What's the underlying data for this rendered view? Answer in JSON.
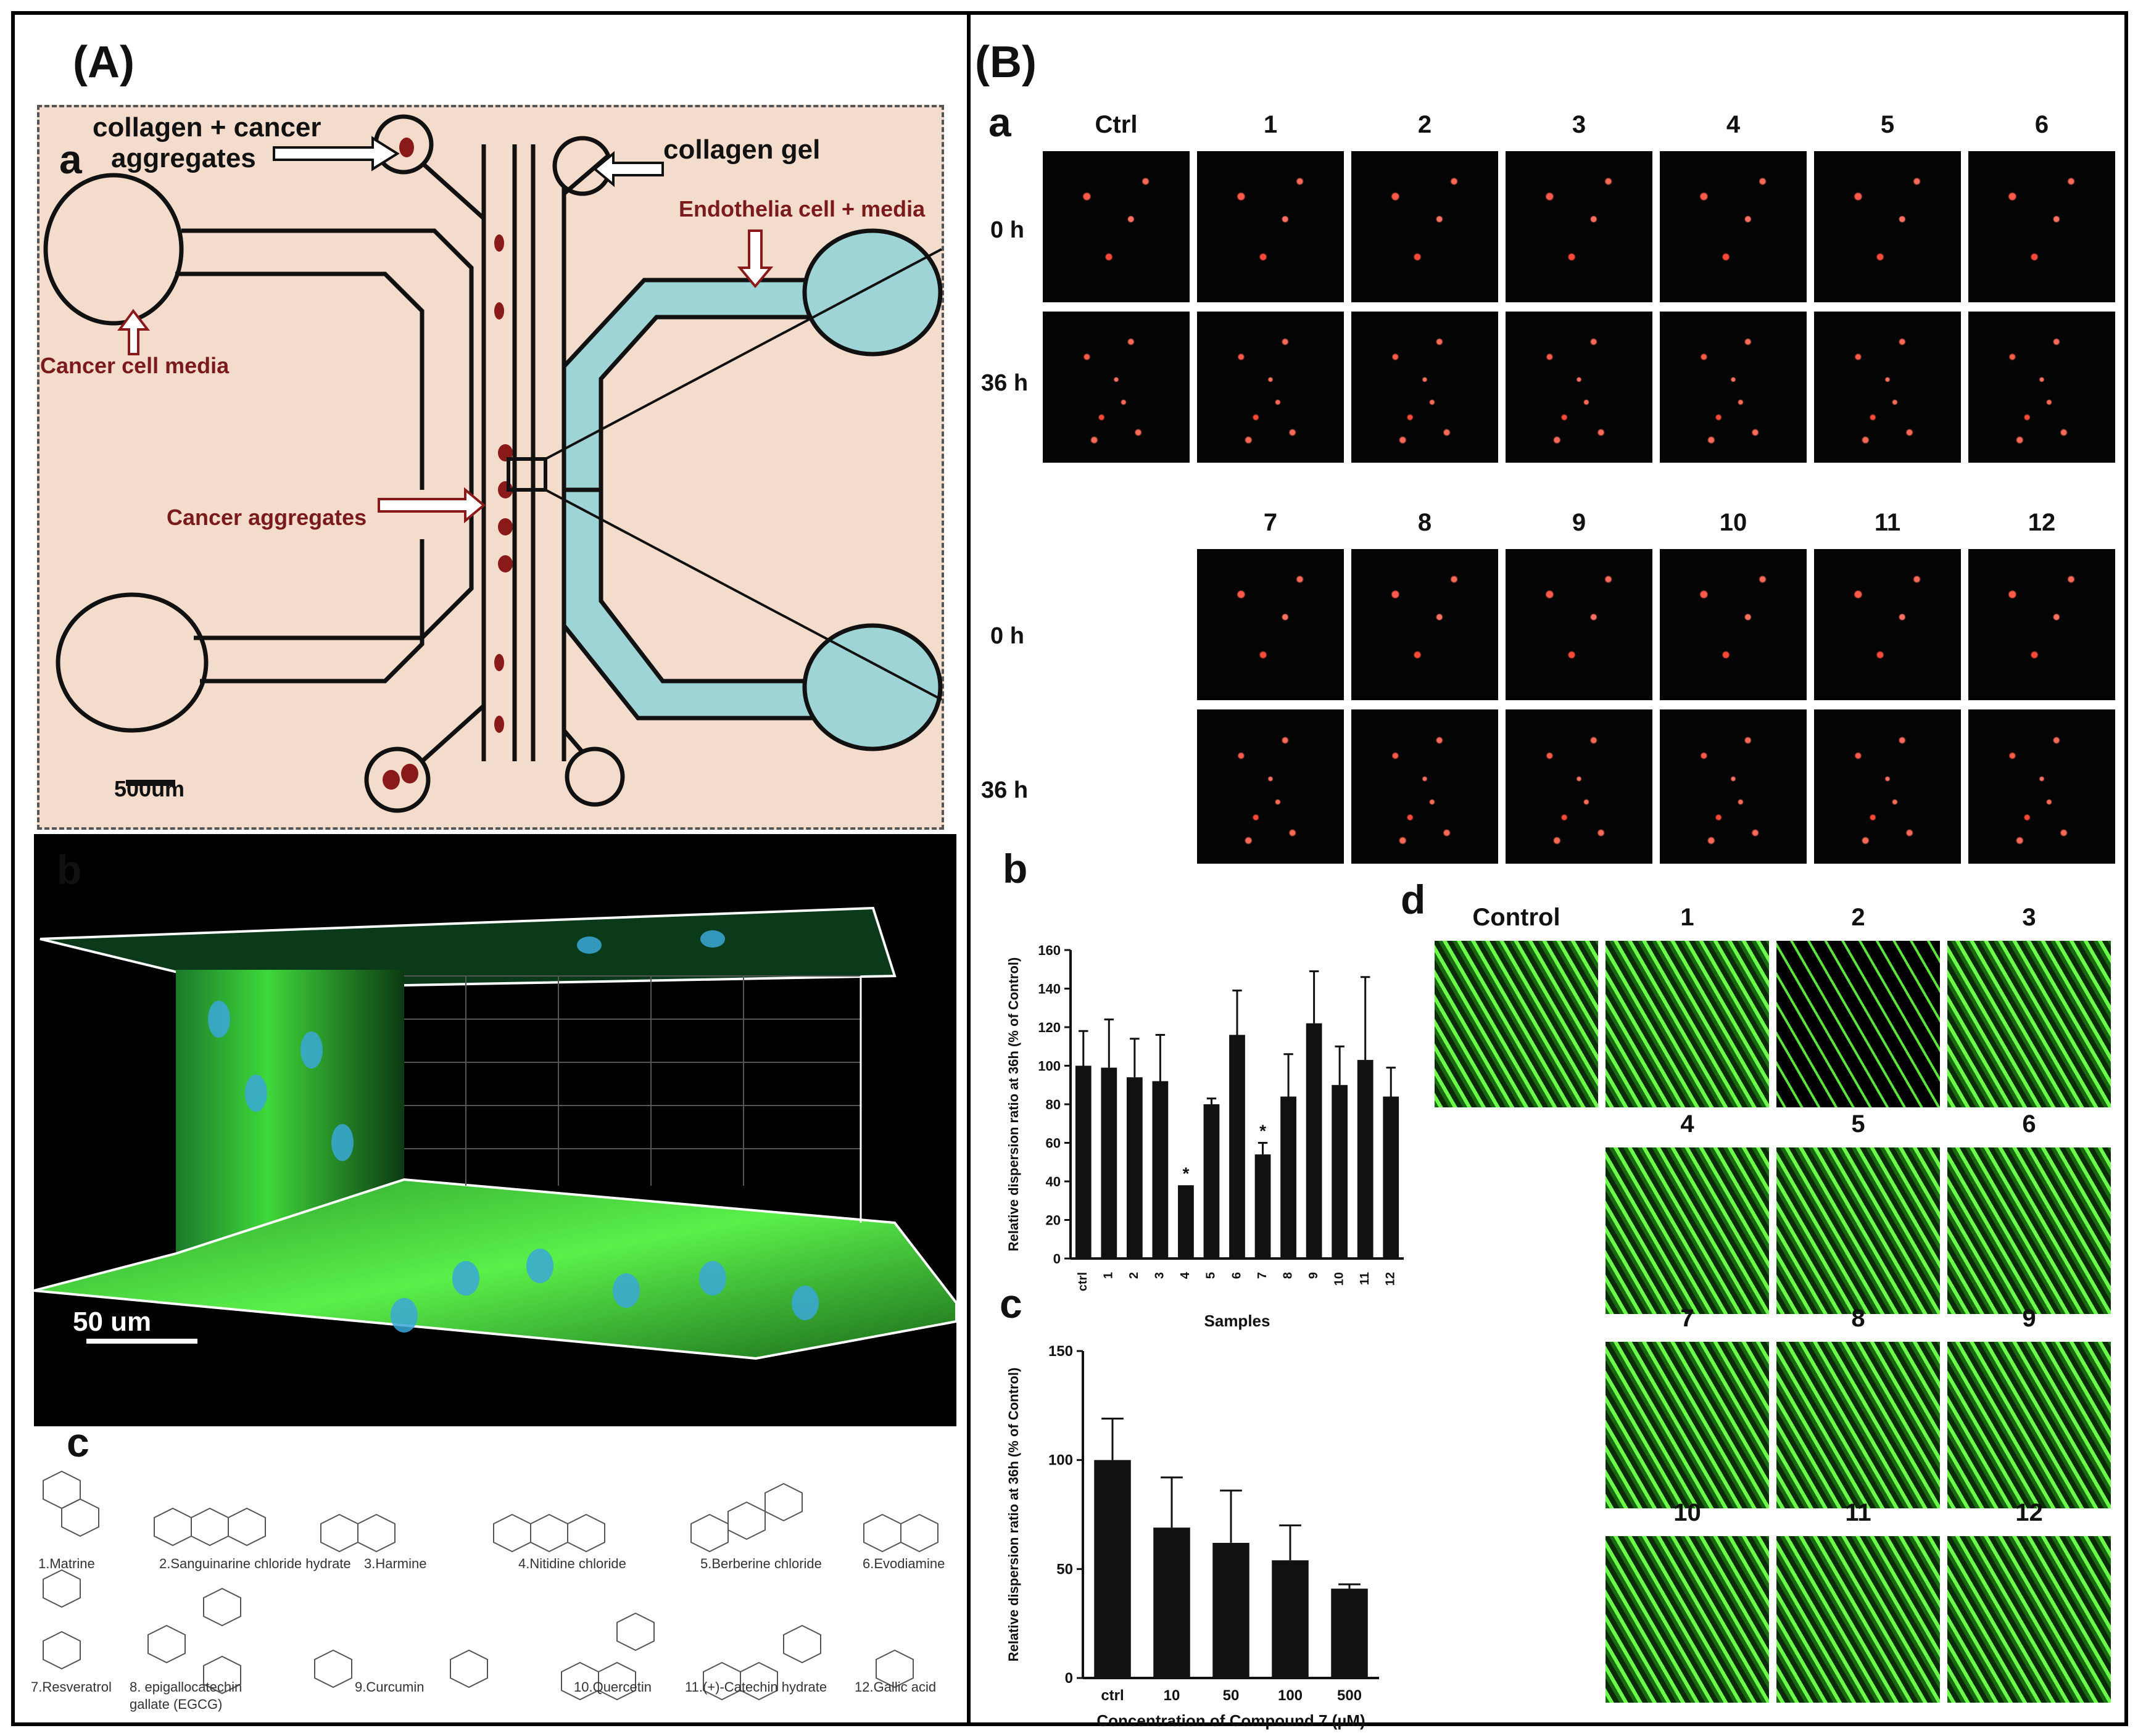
{
  "panel_A": {
    "label": "(A)",
    "sub_a": "a",
    "sub_b": "b",
    "sub_c": "c",
    "annotations": {
      "collagen_cancer": "collagen + cancer\naggregates",
      "collagen_cancer_l1": "collagen + cancer",
      "collagen_cancer_l2": "aggregates",
      "collagen_gel": "collagen gel",
      "endothelia": "Endothelia cell + media",
      "cancer_cell_media": "Cancer cell media",
      "cancer_aggregates": "Cancer aggregates",
      "scale_500": "500um"
    },
    "scale_50": "50 um",
    "compounds": [
      "1.Matrine",
      "2.Sanguinarine chloride hydrate",
      "3.Harmine",
      "4.Nitidine chloride",
      "5.Berberine chloride",
      "6.Evodiamine",
      "7.Resveratrol",
      "8. epigallocatechin",
      "gallate (EGCG)",
      "9.Curcumin",
      "10.Quercetin",
      "11.(+)-Catechin hydrate",
      "12.Gallic acid"
    ]
  },
  "panel_B": {
    "label": "(B)",
    "sub_a": "a",
    "sub_b": "b",
    "sub_c": "c",
    "sub_d": "d",
    "row1_cols": [
      "Ctrl",
      "1",
      "2",
      "3",
      "4",
      "5",
      "6"
    ],
    "row2_cols": [
      "7",
      "8",
      "9",
      "10",
      "11",
      "12"
    ],
    "time_0": "0 h",
    "time_36": "36 h",
    "d_cols_r1": [
      "Control",
      "1",
      "2",
      "3"
    ],
    "d_cols_r2": [
      "4",
      "5",
      "6"
    ],
    "d_cols_r3": [
      "7",
      "8",
      "9"
    ],
    "d_cols_r4": [
      "10",
      "11",
      "12"
    ]
  },
  "chart_data": [
    {
      "type": "bar",
      "categories": [
        "ctrl",
        "1",
        "2",
        "3",
        "4",
        "5",
        "6",
        "7",
        "8",
        "9",
        "10",
        "11",
        "12"
      ],
      "values": [
        100,
        99,
        94,
        92,
        38,
        80,
        116,
        54,
        84,
        122,
        90,
        103,
        84
      ],
      "errors": [
        18,
        25,
        20,
        24,
        0,
        3,
        23,
        6,
        22,
        27,
        20,
        43,
        15
      ],
      "significant": [
        false,
        false,
        false,
        false,
        true,
        false,
        false,
        true,
        false,
        false,
        false,
        false,
        false
      ],
      "star": "*",
      "xlabel": "Samples",
      "ylabel": "Relative dispersion ratio at 36h (% of Control)",
      "ylim": [
        0,
        160
      ],
      "yticks": [
        "0",
        "20",
        "40",
        "60",
        "80",
        "100",
        "120",
        "140",
        "160"
      ]
    },
    {
      "type": "bar",
      "categories": [
        "ctrl",
        "10",
        "50",
        "100",
        "500"
      ],
      "values": [
        100,
        69,
        62,
        54,
        41
      ],
      "errors": [
        19,
        23,
        24,
        16,
        2
      ],
      "xlabel": "Concentration of Compound 7 (µM)",
      "ylabel": "Relative dispersion ratio at 36h (% of Control)",
      "ylim": [
        0,
        150
      ],
      "yticks": [
        "0",
        "50",
        "100",
        "150"
      ]
    }
  ]
}
